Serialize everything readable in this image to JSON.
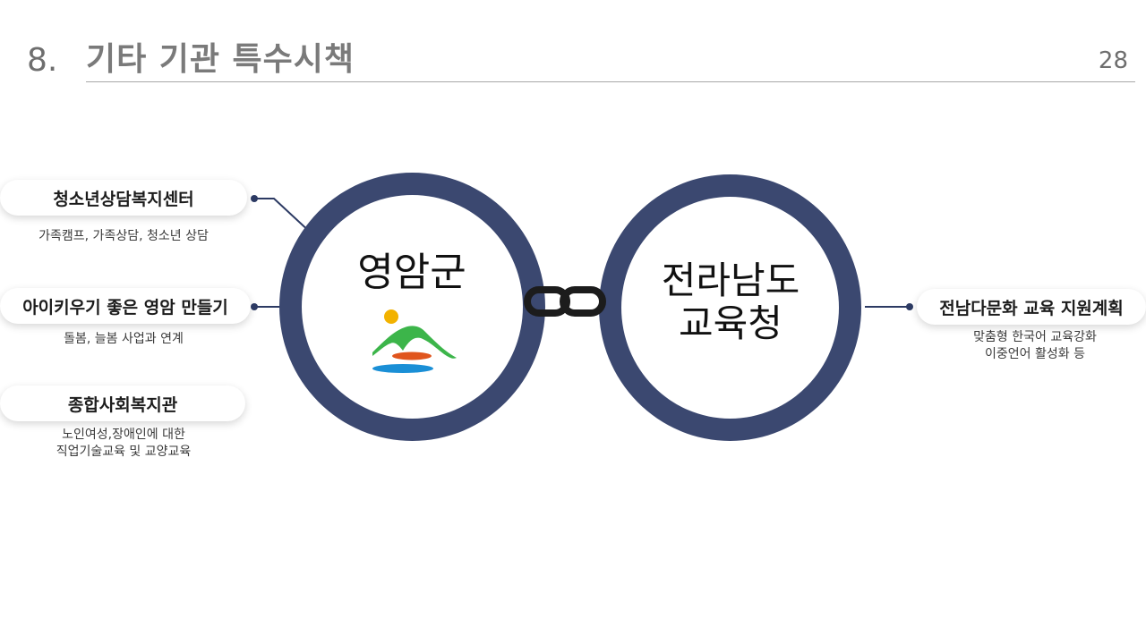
{
  "header": {
    "number": "8.",
    "title": "기타 기관 특수시책",
    "page": "28"
  },
  "left_items": [
    {
      "label": "청소년상담복지센터",
      "description": "가족캠프, 가족상담, 청소년 상담"
    },
    {
      "label": "아이키우기 좋은 영암 만들기",
      "description": "돌봄, 늘봄 사업과 연계"
    },
    {
      "label": "종합사회복지관",
      "description": "노인여성,장애인에 대한\n직업기술교육 및 교양교육"
    }
  ],
  "center": {
    "left_ring": "영암군",
    "right_ring": "전라남도\n교육청"
  },
  "right_items": [
    {
      "label": "전남다문화 교육 지원계획",
      "description": "맞춤형 한국어 교육강화\n이중언어 활성화 등"
    }
  ],
  "colors": {
    "ring": "#3b4870",
    "connector": "#2c3a63",
    "logo_green": "#3cb54a",
    "logo_sun": "#f2b200",
    "logo_orange": "#e0551d",
    "logo_blue": "#1a8fd6"
  },
  "icons": {
    "link": "chain-link-icon",
    "logo": "yeongam-logo-icon"
  }
}
